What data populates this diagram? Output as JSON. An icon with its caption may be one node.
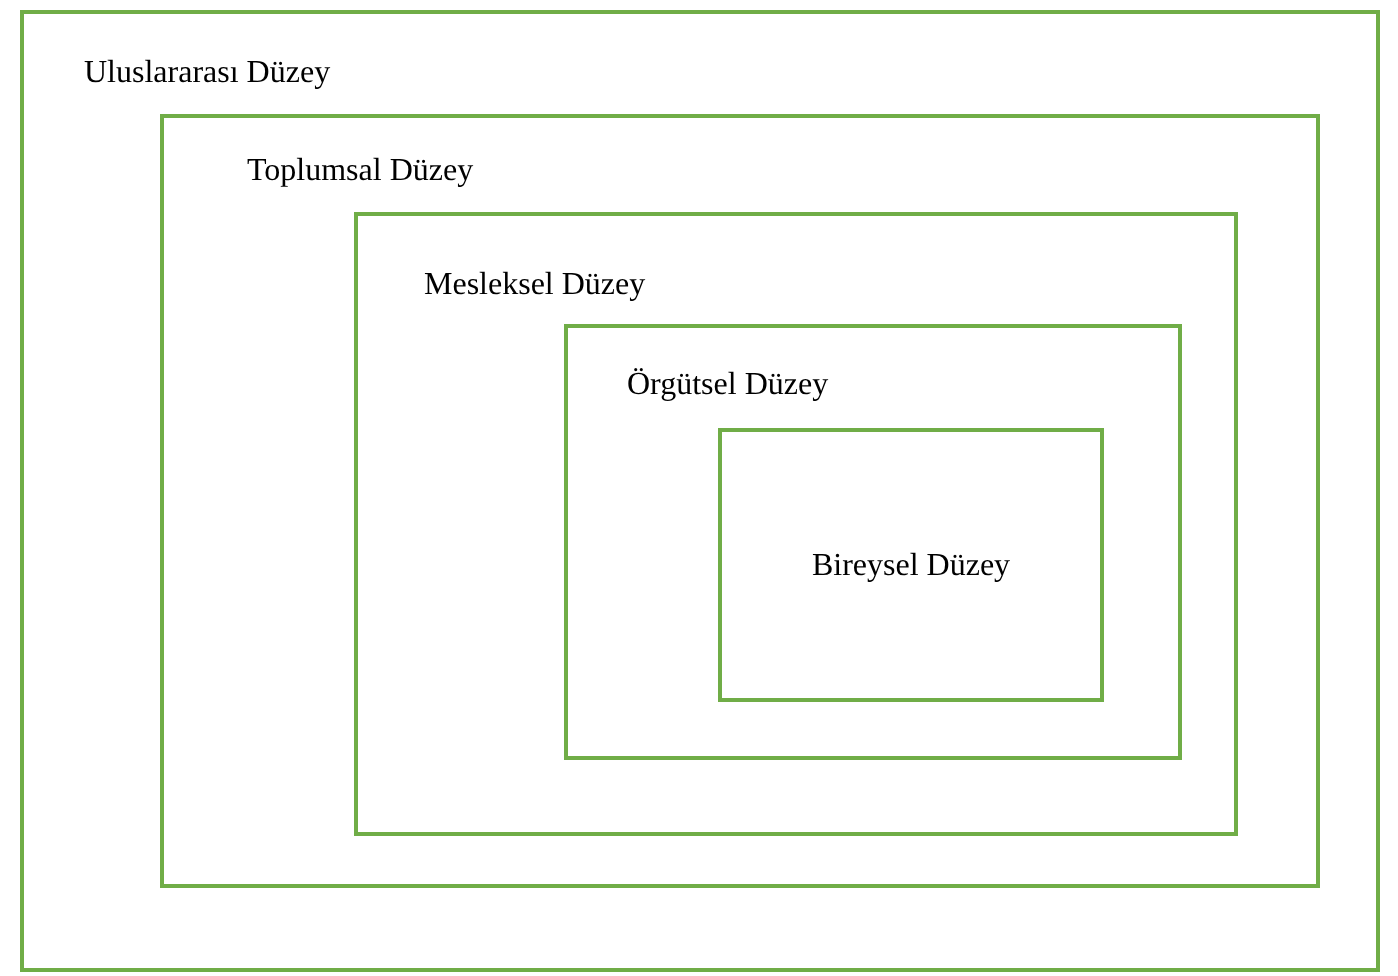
{
  "diagram": {
    "nodes": [
      {
        "text": [
          "Uluslararası Düzey"
        ]
      },
      {
        "text": [
          "Toplumsal Düzey"
        ],
        "in": 0
      },
      {
        "text": [
          "Mesleksel Düzey"
        ],
        "in": 1
      },
      {
        "text": [
          "Örgütsel Düzey"
        ],
        "in": 2
      },
      {
        "text": [
          "Bireysel Düzey"
        ],
        "in": 3
      }
    ]
  }
}
